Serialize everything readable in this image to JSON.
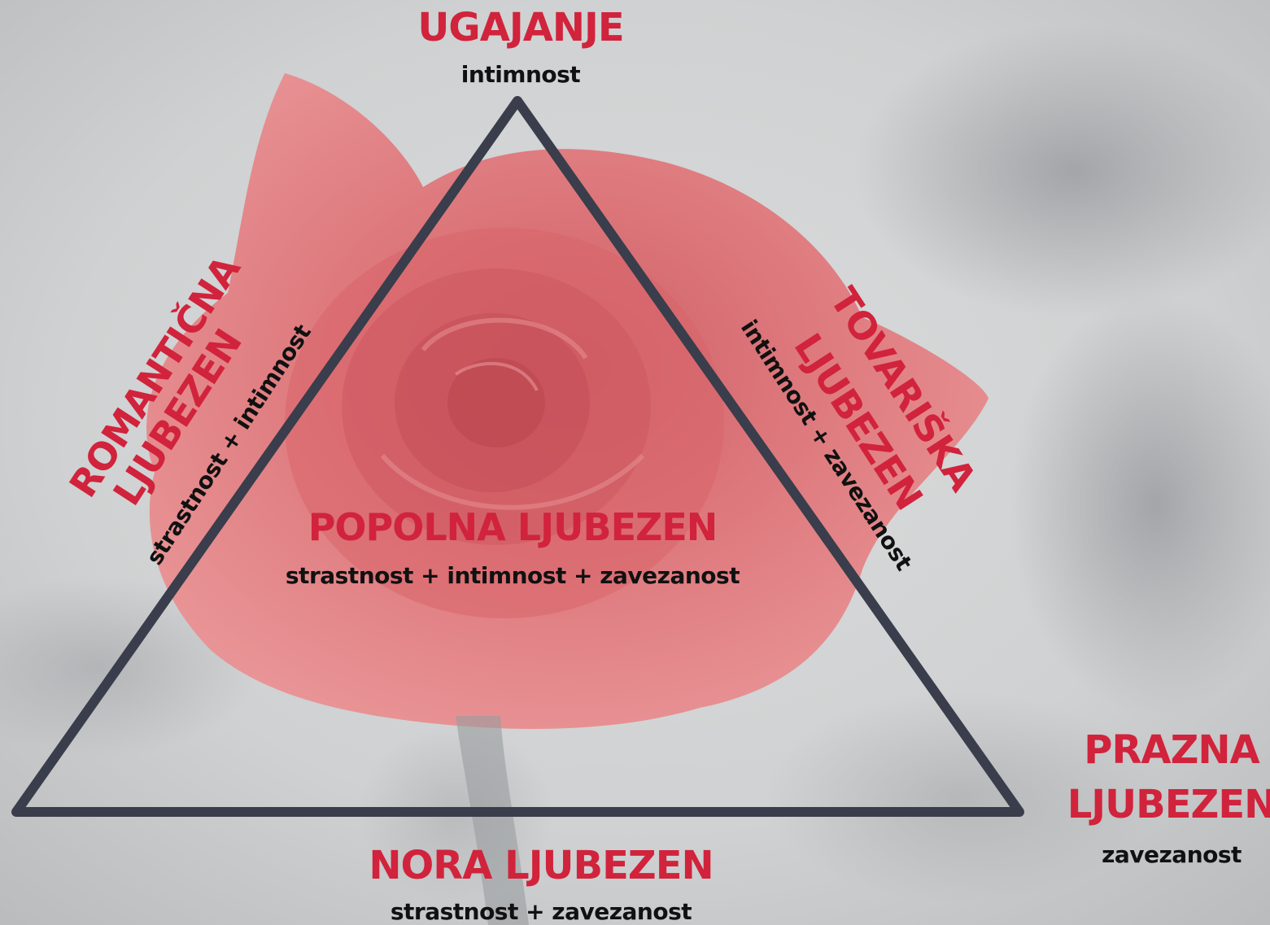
{
  "diagram": {
    "top": {
      "title": "UGAJANJE",
      "subtitle": "intimnost"
    },
    "center": {
      "title": "POPOLNA LJUBEZEN",
      "subtitle": "strastnost + intimnost + zavezanost"
    },
    "left": {
      "title_line1": "ROMANTIČNA",
      "title_line2": "LJUBEZEN",
      "subtitle": "strastnost + intimnost"
    },
    "right": {
      "title_line1": "TOVARIŠKA",
      "title_line2": "LJUBEZEN",
      "subtitle": "intimnost + zavezanost"
    },
    "bottom": {
      "title": "NORA LJUBEZEN",
      "subtitle": "strastnost + zavezanost"
    },
    "bottom_right": {
      "title_line1": "PRAZNA",
      "title_line2": "LJUBEZEN",
      "subtitle": "zavezanost"
    }
  },
  "colors": {
    "label_red": "#d1233c",
    "label_black": "#111111",
    "triangle_stroke": "#3a3d4b",
    "background_gray": "#d4d6d7",
    "rose_red": "#e4777b"
  },
  "background_image": "faded red rose on grayscale background"
}
